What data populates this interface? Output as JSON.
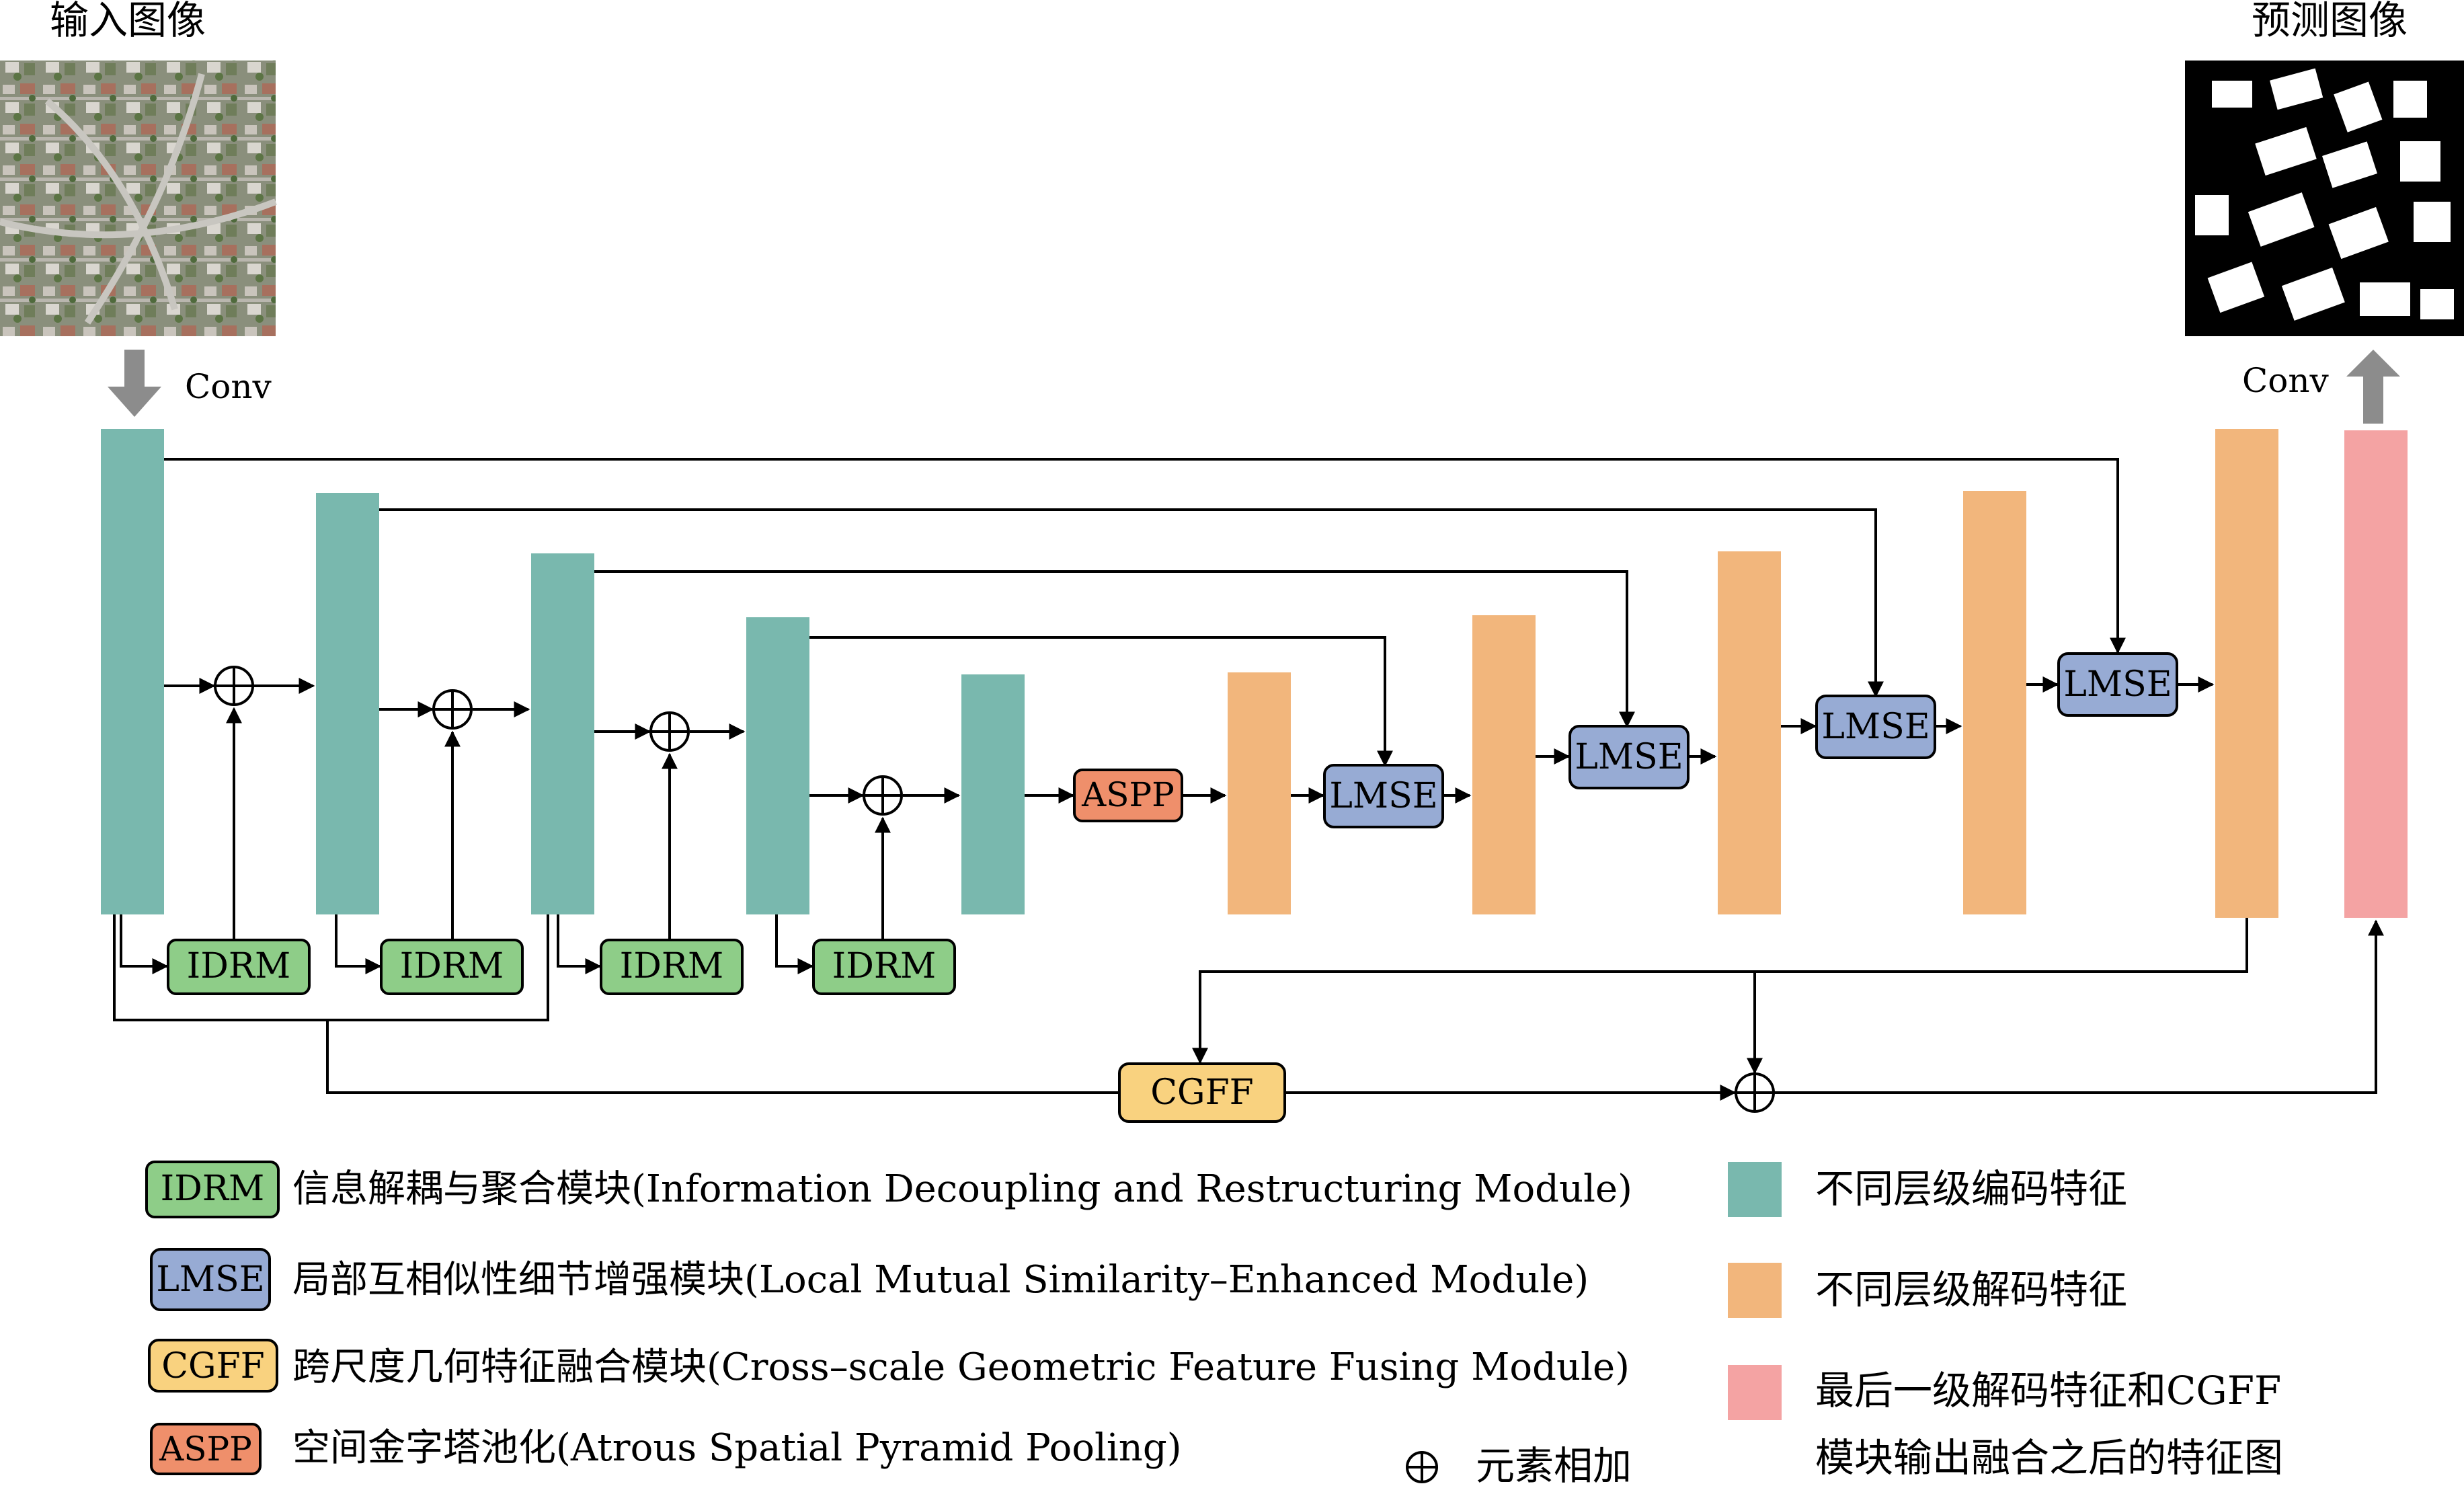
{
  "input": {
    "label": "输入图像",
    "conv": "Conv"
  },
  "output": {
    "label": "预测图像",
    "conv": "Conv"
  },
  "modules": {
    "idrm": "IDRM",
    "lmse": "LMSE",
    "aspp": "ASPP",
    "cgff": "CGFF"
  },
  "legend": {
    "idrm_tag": "IDRM",
    "idrm_desc": "信息解耦与聚合模块(Information Decoupling and Restructuring Module)",
    "lmse_tag": "LMSE",
    "lmse_desc": "局部互相似性细节增强模块(Local Mutual Similarity–Enhanced Module)",
    "cgff_tag": "CGFF",
    "cgff_desc": "跨尺度几何特征融合模块(Cross–scale Geometric Feature Fusing Module)",
    "aspp_tag": "ASPP",
    "aspp_desc": "空间金字塔池化(Atrous Spatial Pyramid Pooling)",
    "add_symbol": "⊕",
    "add_desc": "元素相加",
    "encoder_desc": "不同层级编码特征",
    "decoder_desc": "不同层级解码特征",
    "final_desc_line1": "最后一级解码特征和CGFF",
    "final_desc_line2": "模块输出融合之后的特征图"
  },
  "colors": {
    "encoder": "#79b8ae",
    "decoder": "#f2b67c",
    "final": "#f4a3a3",
    "idrm": "#8ecd88",
    "lmse": "#97abd4",
    "aspp": "#ef8f6b",
    "cgff": "#f9d27f",
    "arrow_gray": "#8c8c8c"
  }
}
